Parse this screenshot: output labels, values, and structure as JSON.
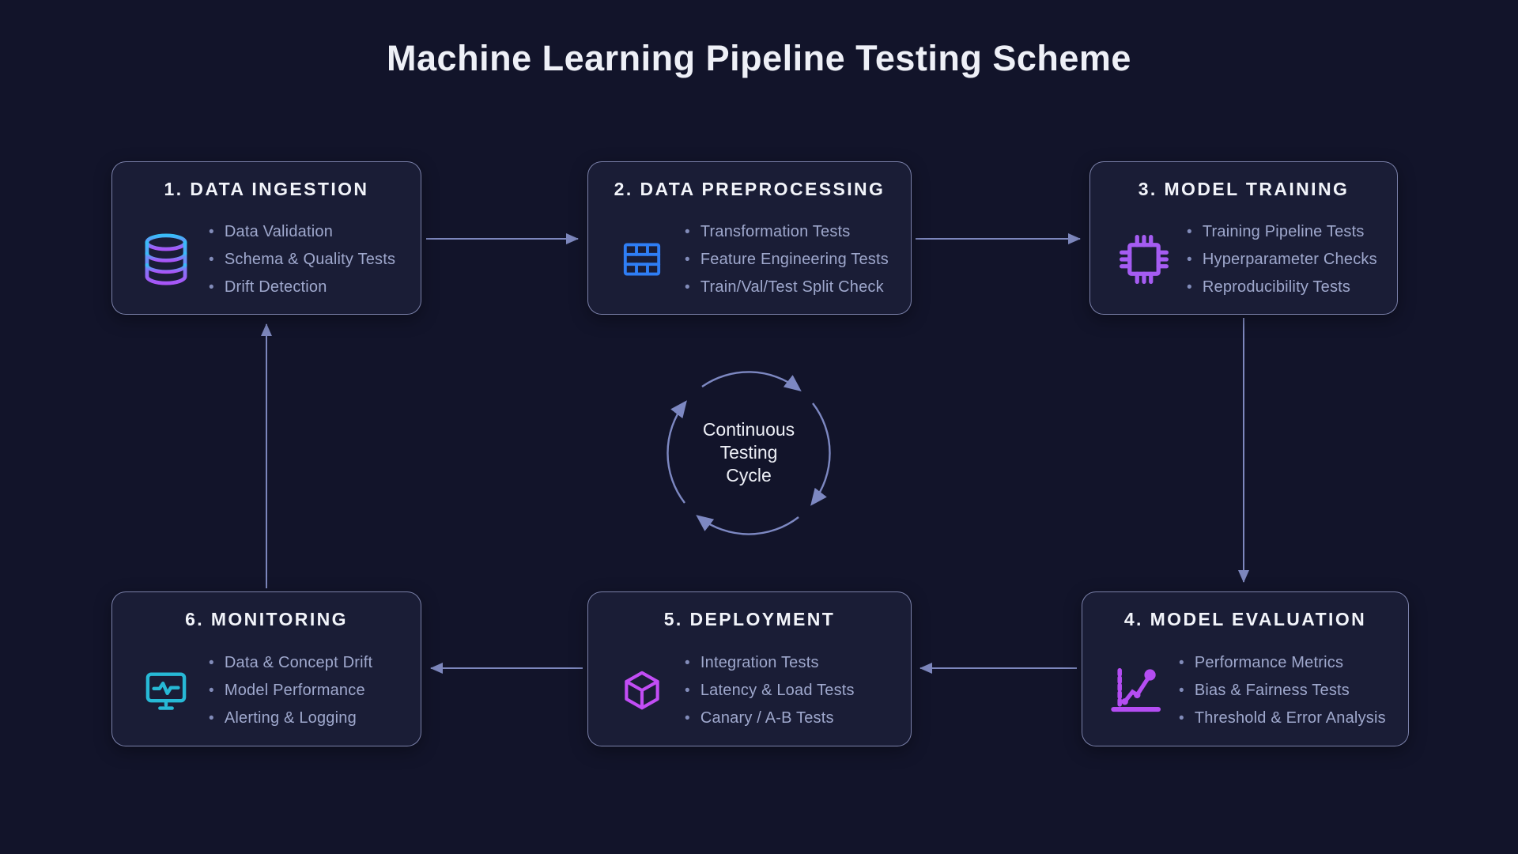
{
  "title": "Machine Learning Pipeline Testing Scheme",
  "cycle": {
    "lines": [
      "Continuous",
      "Testing",
      "Cycle"
    ]
  },
  "steps": [
    {
      "label": "1. DATA INGESTION",
      "icon": "database-icon",
      "items": [
        "Data Validation",
        "Schema & Quality Tests",
        "Drift Detection"
      ]
    },
    {
      "label": "2. DATA PREPROCESSING",
      "icon": "table-grid-icon",
      "items": [
        "Transformation Tests",
        "Feature Engineering Tests",
        "Train/Val/Test Split Check"
      ]
    },
    {
      "label": "3. MODEL TRAINING",
      "icon": "chip-icon",
      "items": [
        "Training Pipeline Tests",
        "Hyperparameter Checks",
        "Reproducibility Tests"
      ]
    },
    {
      "label": "4. MODEL EVALUATION",
      "icon": "line-chart-icon",
      "items": [
        "Performance Metrics",
        "Bias & Fairness Tests",
        "Threshold & Error Analysis"
      ]
    },
    {
      "label": "5. DEPLOYMENT",
      "icon": "cube-icon",
      "items": [
        "Integration Tests",
        "Latency & Load Tests",
        "Canary / A-B Tests"
      ]
    },
    {
      "label": "6. MONITORING",
      "icon": "monitor-pulse-icon",
      "items": [
        "Data & Concept Drift",
        "Model Performance",
        "Alerting & Logging"
      ]
    }
  ],
  "colors": {
    "background": "#12142a",
    "box_background": "#1a1d36",
    "box_border": "#949bc8",
    "title_text": "#eef0f7",
    "heading_text": "#f2f4fa",
    "item_text": "#9fa8cd",
    "arrow": "#7d87bd",
    "cycle": "#7d88c2",
    "database_gradient_top": "#38bdf8",
    "database_gradient_bottom": "#a855f7",
    "table_icon": "#2f7ef5",
    "chip_icon": "#a55cf2",
    "chart_icon": "#b44df2",
    "cube_icon": "#c24df5",
    "monitor_icon": "#27b9d6"
  }
}
